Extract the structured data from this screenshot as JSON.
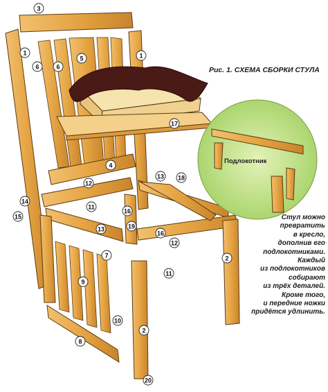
{
  "caption": "Рис. 1. СХЕМА СБОРКИ СТУЛА",
  "inset_label": "Подлокотник",
  "note_lines": [
    "Стул можно",
    "превратить",
    "в кресло,",
    "дополнив его",
    "подлокотниками.",
    "Каждый",
    "из подлокотников",
    "собирают",
    "из трёх деталей.",
    "Кроме того,",
    "и передние ножки",
    "придётся удлинить."
  ],
  "part_numbers": [
    "1",
    "1",
    "2",
    "2",
    "3",
    "4",
    "5",
    "6",
    "6",
    "7",
    "8",
    "9",
    "10",
    "11",
    "11",
    "12",
    "12",
    "13",
    "13",
    "14",
    "15",
    "16",
    "16",
    "17",
    "18",
    "19",
    "20"
  ],
  "colors": {
    "wood": "#e8a94a",
    "wood_dark": "#c77d25",
    "outline": "#5a3a12",
    "cushion": "#f5dca0",
    "leather": "#4a1a16",
    "inset_bg": "#bfe07a"
  }
}
